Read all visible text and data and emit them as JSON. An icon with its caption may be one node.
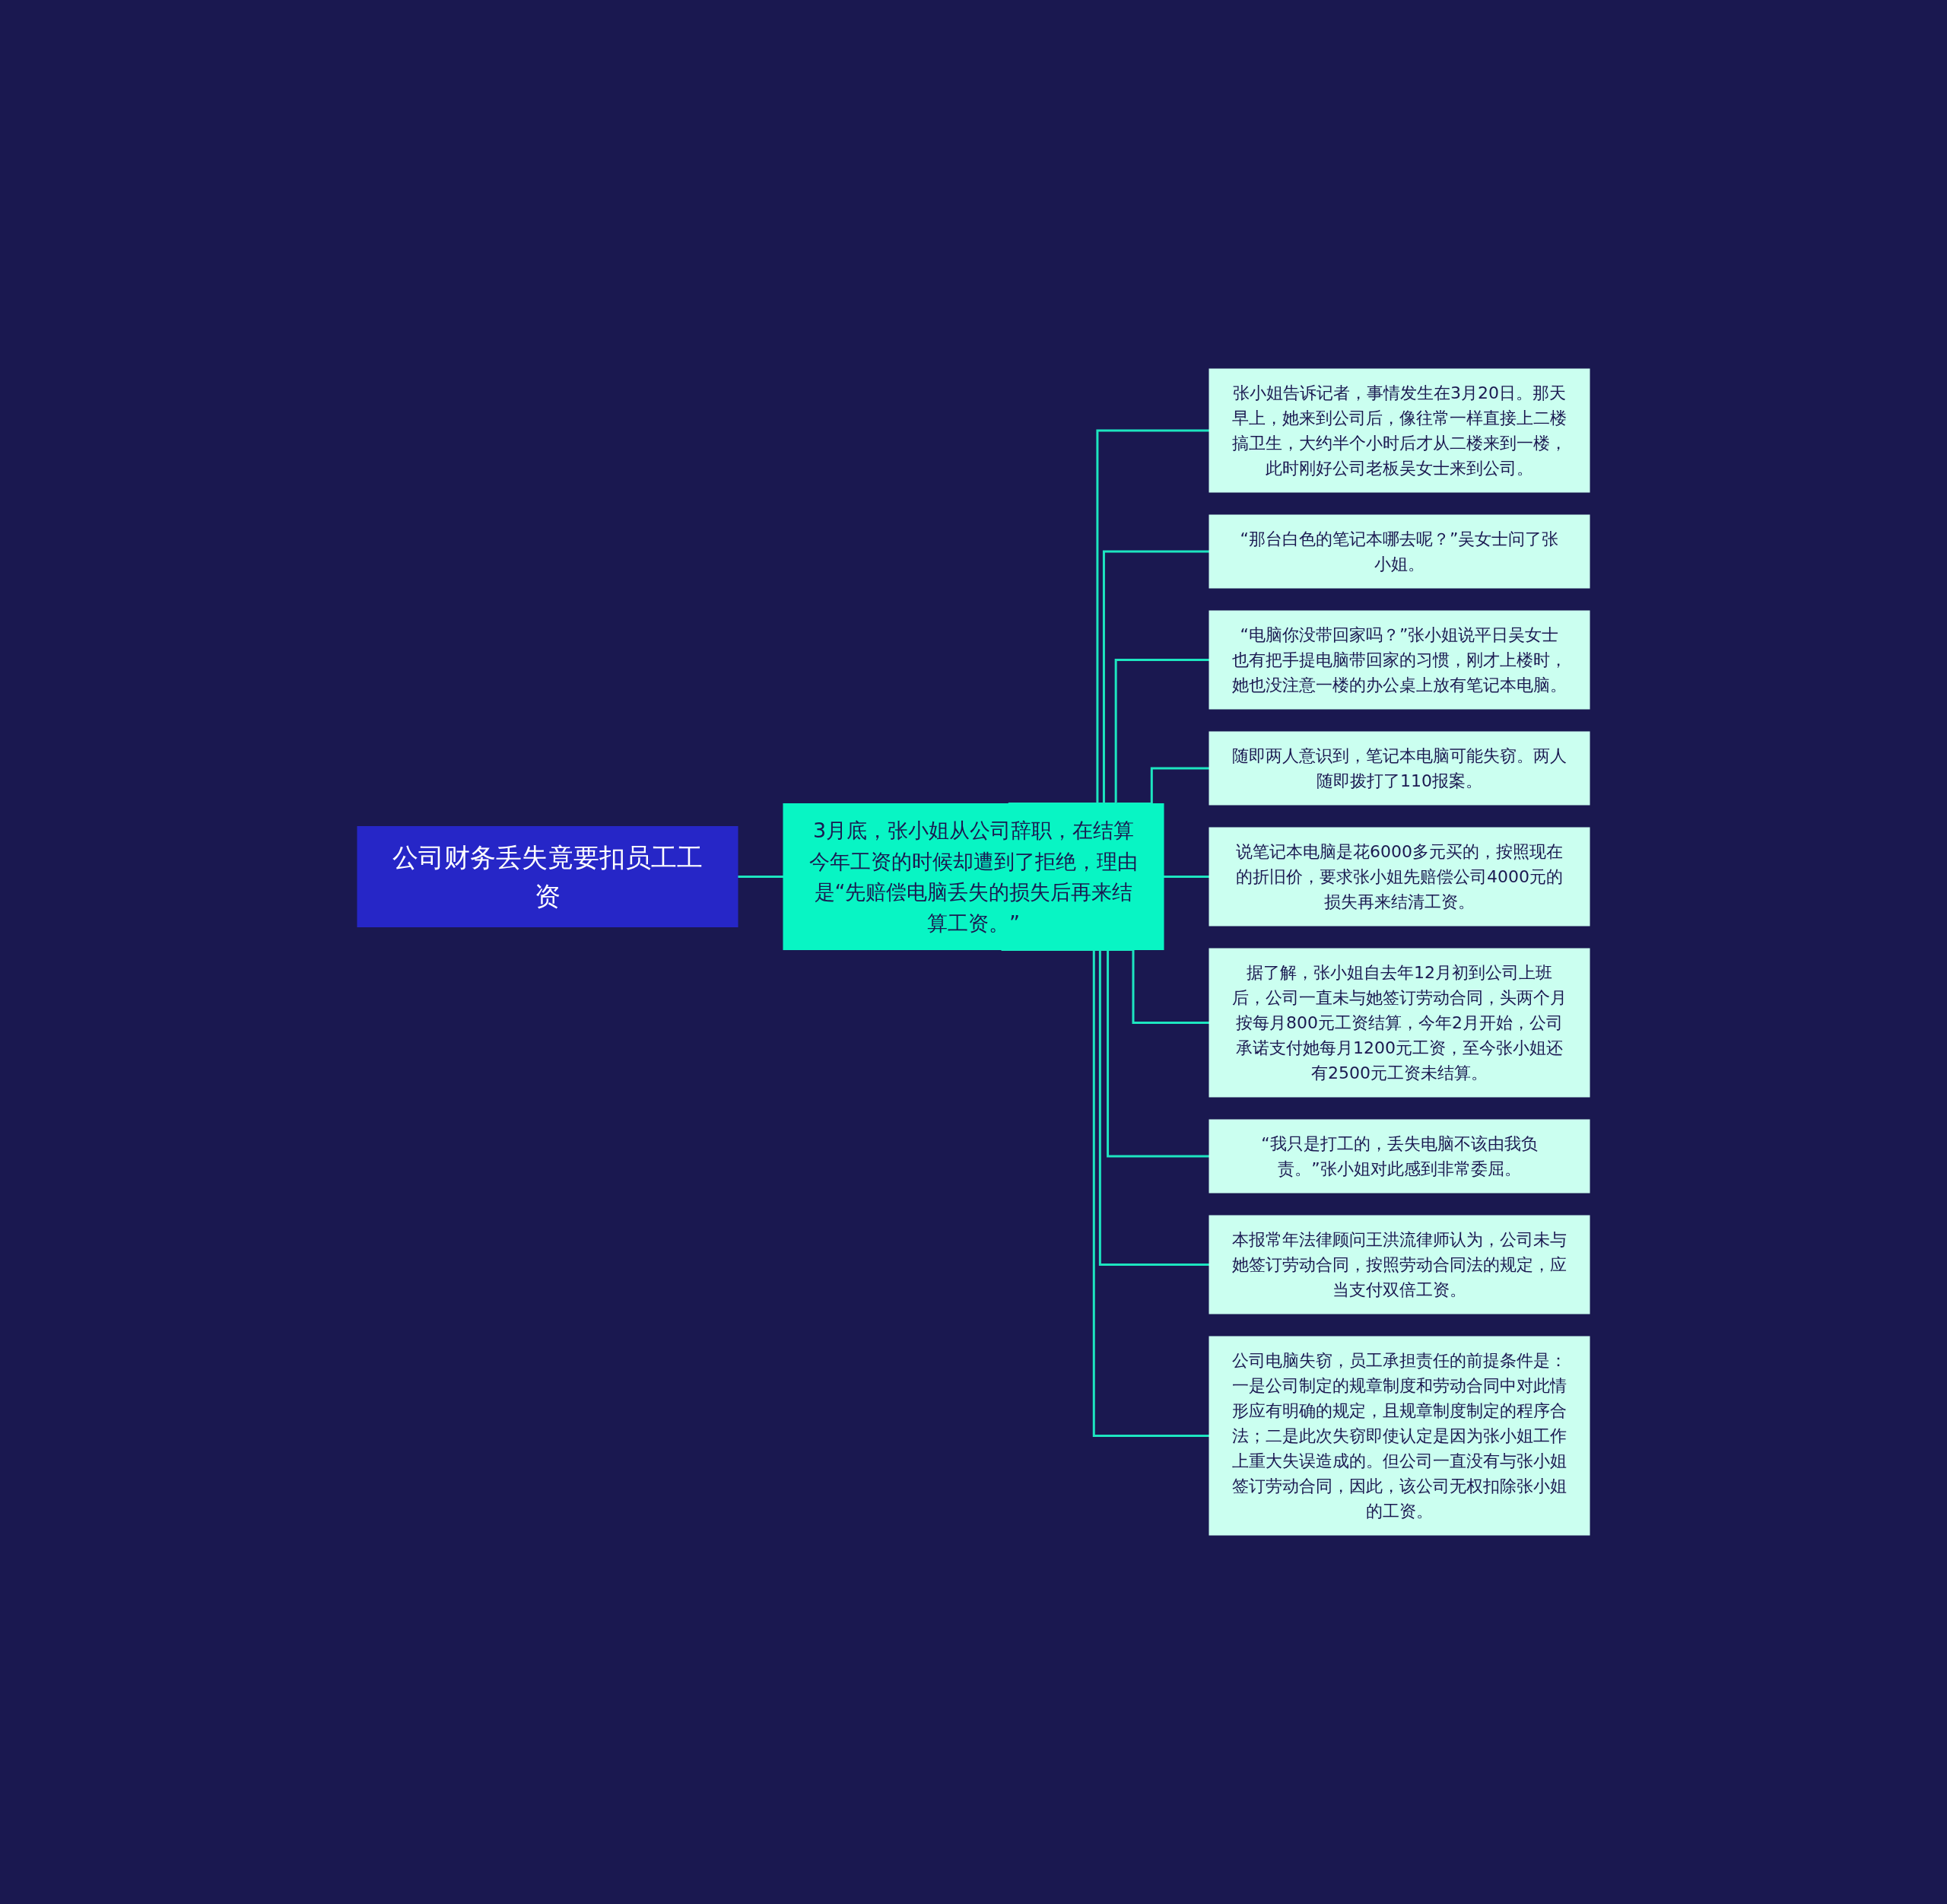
{
  "diagram": {
    "nodes": [
      {
        "text": [
          "公司财务丢失竟要扣员工工资"
        ]
      },
      {
        "text": [
          "3月底，张小姐从公司辞职，在结算今年工资的时候却遭到了拒绝，理由是“先赔偿电脑丢失的损失后再来结算工资。”"
        ]
      },
      {
        "text": [
          "张小姐告诉记者，事情发生在3月20日。那天早上，她来到公司后，像往常一样直接上二楼搞卫生，大约半个小时后才从二楼来到一楼，此时刚好公司老板吴女士来到公司。"
        ]
      },
      {
        "text": [
          "“那台白色的笔记本哪去呢？”吴女士问了张小姐。"
        ]
      },
      {
        "text": [
          "“电脑你没带回家吗？”张小姐说平日吴女士也有把手提电脑带回家的习惯，刚才上楼时，她也没注意一楼的办公桌上放有笔记本电脑。"
        ]
      },
      {
        "text": [
          "随即两人意识到，笔记本电脑可能失窃。两人随即拨打了110报案。"
        ]
      },
      {
        "text": [
          "说笔记本电脑是花6000多元买的，按照现在的折旧价，要求张小姐先赔偿公司4000元的损失再来结清工资。"
        ]
      },
      {
        "text": [
          "据了解，张小姐自去年12月初到公司上班后，公司一直未与她签订劳动合同，头两个月按每月800元工资结算，今年2月开始，公司承诺支付她每月1200元工资，至今张小姐还有2500元工资未结算。"
        ]
      },
      {
        "text": [
          "“我只是打工的，丢失电脑不该由我负责。”张小姐对此感到非常委屈。"
        ]
      },
      {
        "text": [
          "本报常年法律顾问王洪流律师认为，公司未与她签订劳动合同，按照劳动合同法的规定，应当支付双倍工资。"
        ]
      },
      {
        "text": [
          "公司电脑失窃，员工承担责任的前提条件是：一是公司制定的规章制度和劳动合同中对此情形应有明确的规定，且规章制度制定的程序合法；二是此次失窃即使认定是因为张小姐工作上重大失误造成的。但公司一直没有与张小姐签订劳动合同，因此，该公司无权扣除张小姐的工资。"
        ]
      }
    ],
    "edges": [
      {
        "from": 0,
        "to": 1,
        "arrow": "none"
      },
      {
        "from": 1,
        "to": 2,
        "arrow": "none"
      },
      {
        "from": 1,
        "to": 3,
        "arrow": "none"
      },
      {
        "from": 1,
        "to": 4,
        "arrow": "none"
      },
      {
        "from": 1,
        "to": 5,
        "arrow": "none"
      },
      {
        "from": 1,
        "to": 6,
        "arrow": "none"
      },
      {
        "from": 1,
        "to": 7,
        "arrow": "none"
      },
      {
        "from": 1,
        "to": 8,
        "arrow": "none"
      },
      {
        "from": 1,
        "to": 9,
        "arrow": "none"
      },
      {
        "from": 1,
        "to": 10,
        "arrow": "none"
      }
    ]
  }
}
